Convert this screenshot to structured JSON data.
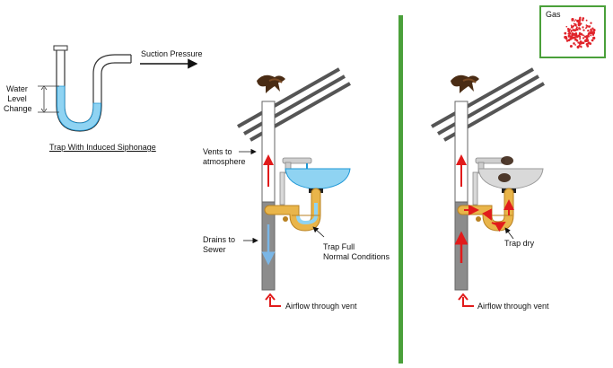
{
  "trap_inset": {
    "water_level_change": [
      "Water",
      "Level",
      "Change"
    ],
    "suction_pressure": "Suction Pressure",
    "caption": "Trap With Induced Siphonage"
  },
  "left_panel": {
    "vents_label": [
      "Vents to",
      "atmosphere"
    ],
    "drains_label": [
      "Drains to",
      "Sewer"
    ],
    "trap_label": [
      "Trap Full",
      "Normal Conditions"
    ],
    "airflow_label": "Airflow through vent"
  },
  "right_panel": {
    "gas_legend": "Gas",
    "trap_label": "Trap dry",
    "airflow_label": "Airflow through vent"
  },
  "colors": {
    "divider": "#4aa03a",
    "water": "#8fd3f2",
    "water_stroke": "#1d97d6",
    "pipe": "#e9b54a",
    "pipe_stroke": "#b98222",
    "red_arrow": "#e11b1b",
    "blue_arrow": "#7ab6e6",
    "roof": "#555555",
    "gas": "#e0242b"
  },
  "icons": {
    "bird": "bird-on-roof-icon",
    "faucet": "faucet-icon",
    "arrow": "arrow-right-icon"
  }
}
